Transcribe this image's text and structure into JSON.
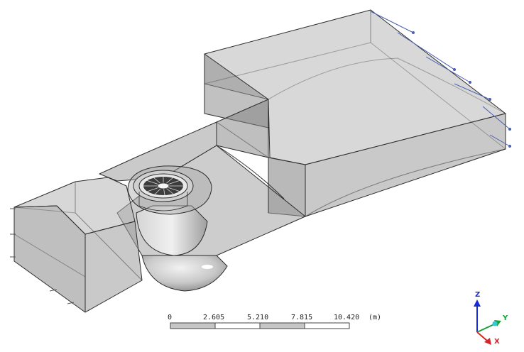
{
  "scale_bar": {
    "ticks": [
      "0",
      "2.605",
      "5.210",
      "7.815",
      "10.420"
    ],
    "unit": "(m)"
  },
  "triad": {
    "z_label": "Z",
    "y_label": "Y",
    "x_label": "X",
    "colors": {
      "z": "#1a2bd0",
      "y": "#18a23a",
      "x": "#d4262a",
      "origin": "#35c6d8"
    }
  },
  "model": {
    "fill": "#a3a3a3",
    "edge": "#2d2d2d",
    "runner": "#555555"
  }
}
